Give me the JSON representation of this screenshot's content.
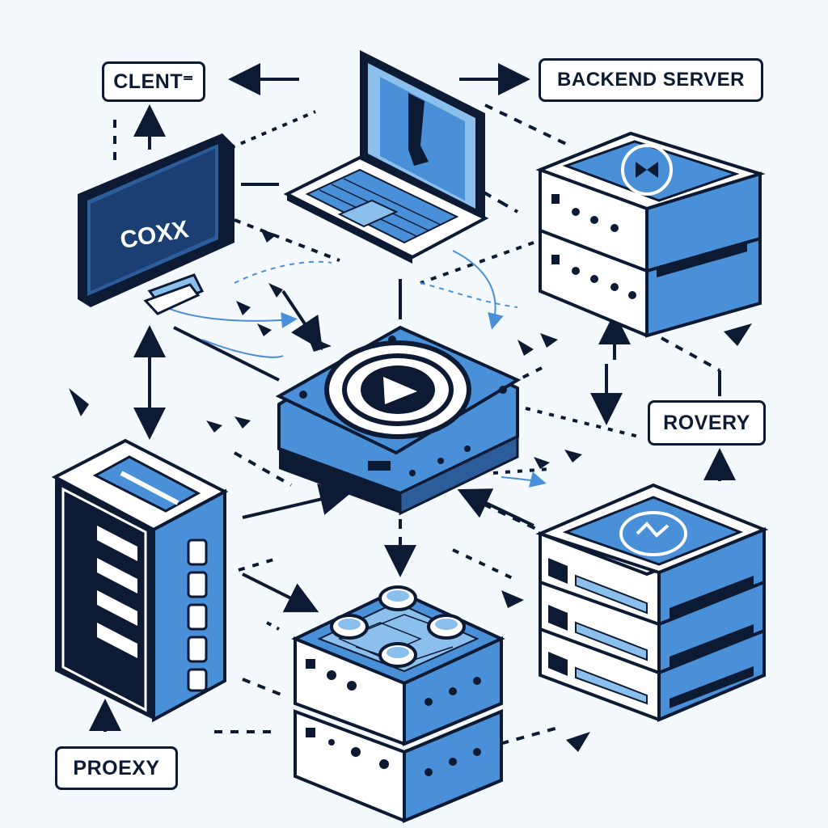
{
  "labels": {
    "client": "CLENT⁼",
    "backend": "BACKEND SERVER",
    "rovery": "ROVERY",
    "proxy": "PROEXY"
  },
  "monitor": {
    "screen_text": "COXX"
  },
  "icons": {
    "hub": "play-icon",
    "backend_top": "bowtie-icon",
    "right_server": "sync-icon"
  },
  "colors": {
    "outline": "#0d1a33",
    "accent": "#4a90d9",
    "accent_light": "#8cc0ec",
    "panel": "#ffffff",
    "background": "#f3f9fc"
  }
}
